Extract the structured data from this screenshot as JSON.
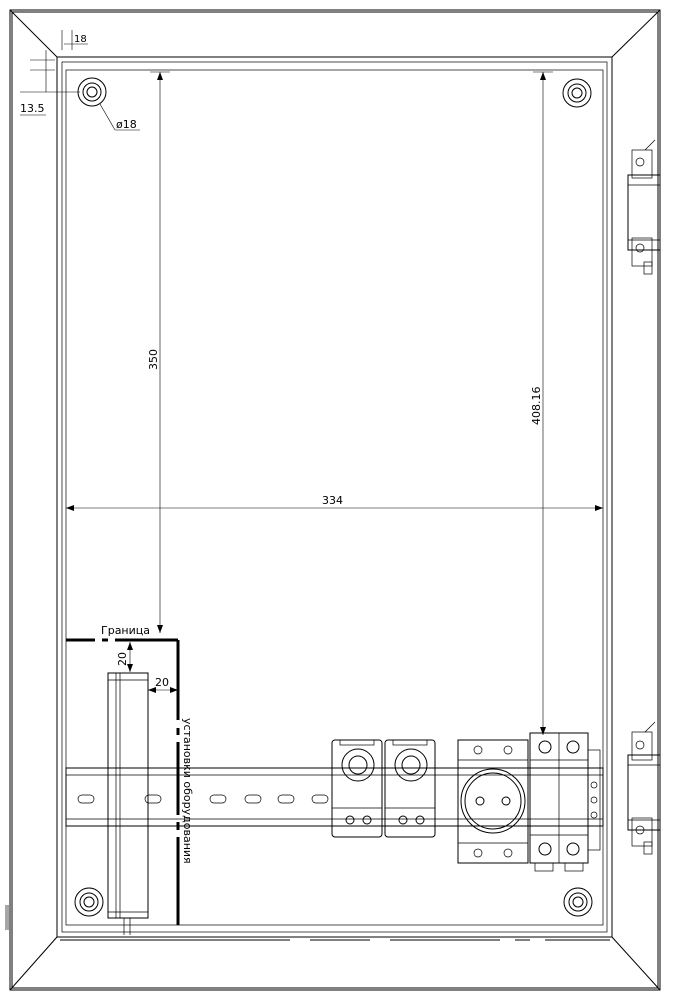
{
  "dimensions": {
    "width_334": "334",
    "height_350": "350",
    "height_408": "408.16",
    "offset_20_vertical": "20",
    "offset_20_horizontal": "20",
    "hole_diameter": "ø18",
    "margin_13_5": "13.5",
    "margin_top_small": "18"
  },
  "labels": {
    "boundary": "Граница",
    "equipment_installation": "установки оборудования"
  }
}
